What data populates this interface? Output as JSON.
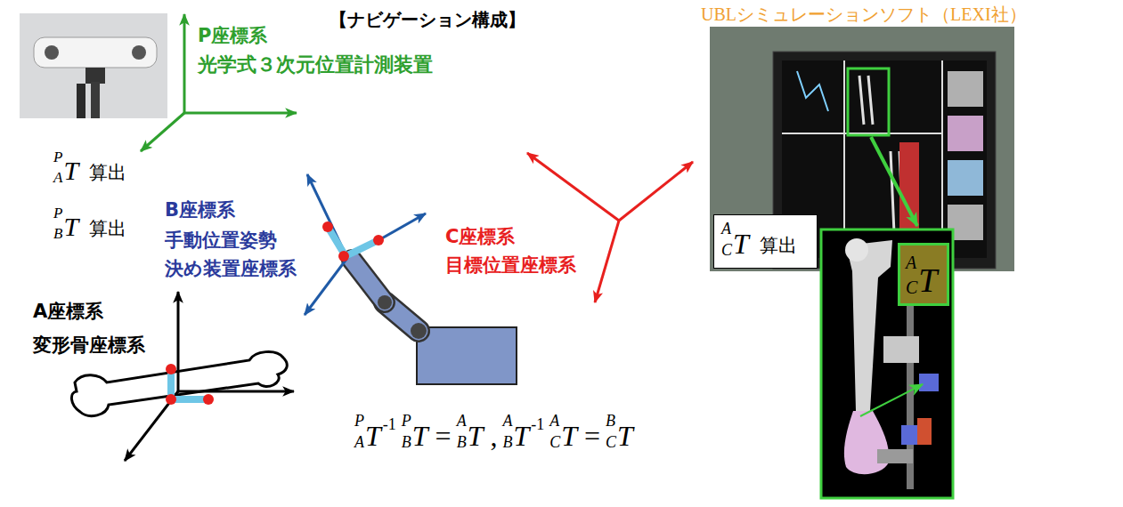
{
  "diagram": {
    "title": "【ナビゲーション構成】",
    "nodes": [
      {
        "text": [
          "A",
          "C",
          "T",
          "算出"
        ]
      },
      {
        "text": [
          "A",
          "C",
          "T"
        ]
      }
    ],
    "labels": [
      "UBLシミュレーションソフト（LEXI社）",
      "P座標系",
      "光学式３次元位置計測装置",
      "P",
      "A",
      "T",
      "算出",
      "P",
      "B",
      "T",
      "算出",
      "B座標系",
      "手動位置姿勢",
      "決め装置座標系",
      "C座標系",
      "目標位置座標系",
      "A座標系",
      "変形骨座標系",
      "P",
      "A",
      "T",
      "-1",
      "P",
      "B",
      "T",
      "=",
      "A",
      "B",
      "T",
      ",",
      "A",
      "B",
      "T",
      "-1",
      "A",
      "C",
      "T",
      "=",
      "B",
      "C",
      "T"
    ]
  }
}
